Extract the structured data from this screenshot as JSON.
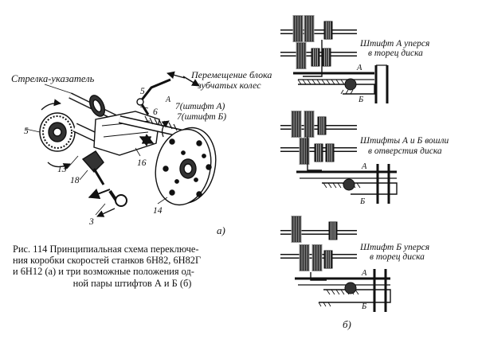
{
  "labels": {
    "pointer_arrow": "Стрелка-указатель",
    "block_move_line1": "Перемещение блока",
    "block_move_line2": "зубчатых колес",
    "pin_a": "7(штифт А)",
    "pin_b": "7(штифт Б)",
    "num_5_left": "5",
    "num_5_top": "5",
    "num_6": "6",
    "num_13": "13",
    "num_18": "18",
    "num_16": "16",
    "num_3": "3",
    "num_14": "14",
    "letter_A_main": "А",
    "panel_a": "а)",
    "panel_b": "б)"
  },
  "right_panels": [
    {
      "note_line1": "Штифт А уперся",
      "note_line2": "в торец диска",
      "label_a": "А",
      "label_b": "Б"
    },
    {
      "note_line1": "Штифты А и Б вошли",
      "note_line2": "в отверстия диска",
      "label_a": "А",
      "label_b": "Б"
    },
    {
      "note_line1": "Штифт Б уперся",
      "note_line2": "в торец диска",
      "label_a": "А",
      "label_b": "Б"
    }
  ],
  "caption": {
    "line1": "Рис. 114  Принципиальная схема переключе-",
    "line2": "ния коробки скоростей станков 6Н82, 6Н82Г",
    "line3": "и 6Н12 (а) и три возможные положения од-",
    "line4": "ной пары штифтов А и Б (б)"
  }
}
